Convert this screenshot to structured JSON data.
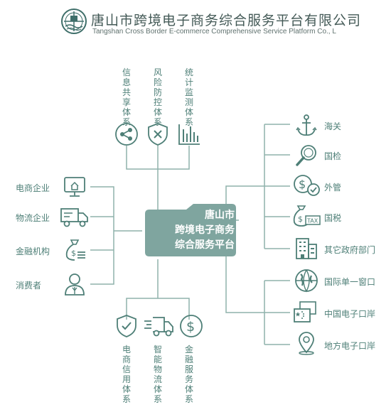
{
  "header": {
    "title_cn": "唐山市跨境电子商务综合服务平台有限公司",
    "title_en": "Tangshan Cross Border E-commerce Comprehensive Service Platform Co., L"
  },
  "center": {
    "line1": "唐山市",
    "line2": "跨境电子商务",
    "line3": "综合服务平台"
  },
  "top": [
    {
      "label": "信息共享体系",
      "icon": "share-icon"
    },
    {
      "label": "风险防控体系",
      "icon": "risk-shield-icon"
    },
    {
      "label": "统计监测体系",
      "icon": "bar-chart-icon"
    }
  ],
  "bottom": [
    {
      "label": "电商信用体系",
      "icon": "credit-shield-icon"
    },
    {
      "label": "智能物流体系",
      "icon": "delivery-truck-icon"
    },
    {
      "label": "金融服务体系",
      "icon": "dollar-coin-icon"
    }
  ],
  "left": [
    {
      "label": "电商企业",
      "icon": "computer-home-icon"
    },
    {
      "label": "物流企业",
      "icon": "truck-icon"
    },
    {
      "label": "金融机构",
      "icon": "money-bag-icon"
    },
    {
      "label": "消费者",
      "icon": "person-icon"
    }
  ],
  "right": [
    {
      "label": "海关",
      "icon": "anchor-icon"
    },
    {
      "label": "国检",
      "icon": "magnifier-icon"
    },
    {
      "label": "外管",
      "icon": "currency-check-icon"
    },
    {
      "label": "国税",
      "icon": "tax-bag-icon"
    },
    {
      "label": "其它政府部门",
      "icon": "buildings-icon"
    },
    {
      "label": "国际单一窗口",
      "icon": "globe-icon"
    },
    {
      "label": "中国电子口岸",
      "icon": "china-flag-icon"
    },
    {
      "label": "地方电子口岸",
      "icon": "map-pin-icon"
    }
  ],
  "colors": {
    "accent": "#4e7f77",
    "line": "#8fb2ac",
    "center_fill": "#7fa59f"
  }
}
